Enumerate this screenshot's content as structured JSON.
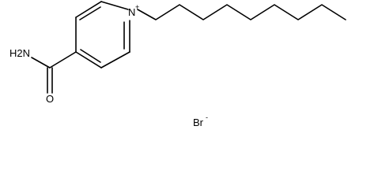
{
  "molecule": {
    "atoms": {
      "ring_nitrogen": "N",
      "ring_nitrogen_charge": "+",
      "amide_nitrogen": "H2N",
      "amide_oxygen": "O"
    },
    "counterion": {
      "symbol": "Br",
      "charge": "-"
    },
    "colors": {
      "bond": "#000000",
      "text": "#000000"
    }
  }
}
